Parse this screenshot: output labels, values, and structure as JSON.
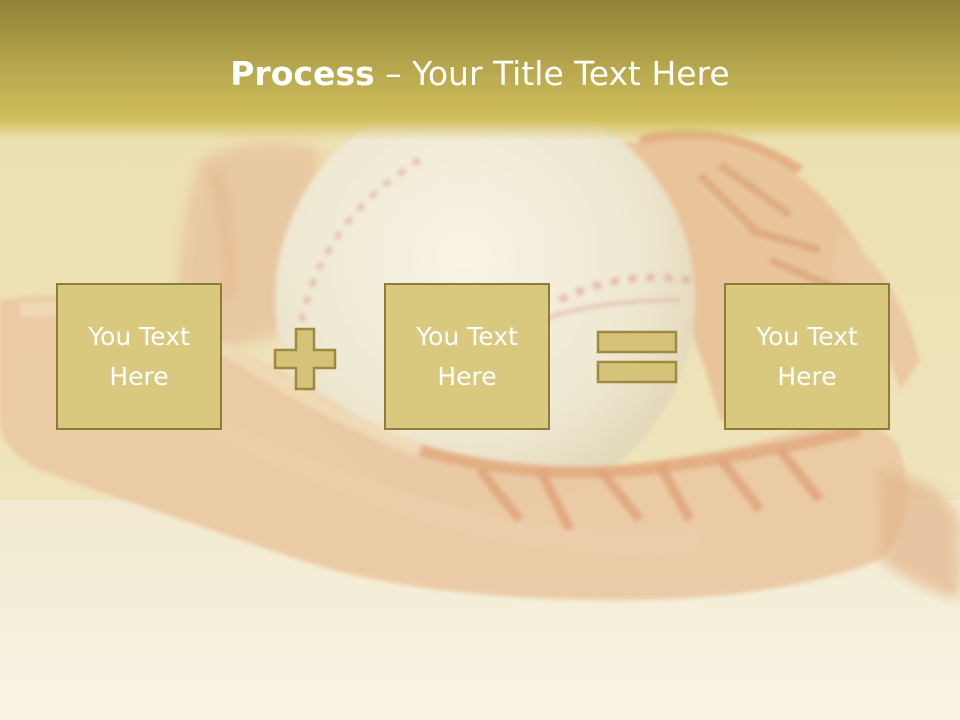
{
  "title": {
    "bold": "Process",
    "rest": " – Your Title Text Here"
  },
  "boxes": [
    {
      "text": "You Text\nHere"
    },
    {
      "text": "You Text\nHere"
    },
    {
      "text": "You Text\nHere"
    }
  ],
  "operators": {
    "first": "plus-icon",
    "second": "equals-icon"
  },
  "colors": {
    "title_band": "#b4a44c",
    "box_fill": "#d8c97f",
    "box_border": "#8e7d3a",
    "operator_fill": "#d6c37a",
    "operator_stroke": "#9c8a40"
  }
}
